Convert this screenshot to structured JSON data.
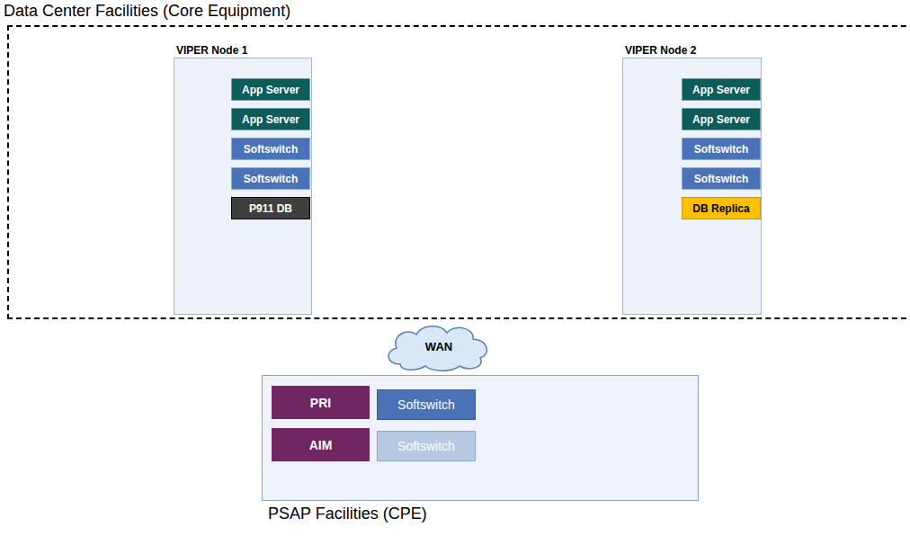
{
  "diagram": {
    "nodes": [
      {
        "text": [
          "Data Center Facilities (Core Equipment)"
        ]
      },
      {
        "text": [
          "VIPER Node 1"
        ],
        "in": 0
      },
      {
        "text": [
          "App Server"
        ],
        "in": 1
      },
      {
        "text": [
          "App Server"
        ],
        "in": 1
      },
      {
        "text": [
          "Softswitch"
        ],
        "in": 1
      },
      {
        "text": [
          "Softswitch"
        ],
        "in": 1
      },
      {
        "text": [
          "P911 DB"
        ],
        "in": 1
      },
      {
        "text": [
          "VIPER Node 2"
        ],
        "in": 0
      },
      {
        "text": [
          "App Server"
        ],
        "in": 7
      },
      {
        "text": [
          "App Server"
        ],
        "in": 7
      },
      {
        "text": [
          "Softswitch"
        ],
        "in": 7
      },
      {
        "text": [
          "Softswitch"
        ],
        "in": 7
      },
      {
        "text": [
          "DB Replica"
        ],
        "in": 7
      },
      {
        "text": [
          "WAN"
        ]
      },
      {
        "text": [
          "PSAP Facilities (CPE)"
        ]
      },
      {
        "text": [
          "PRI"
        ],
        "in": 14
      },
      {
        "text": [
          "AIM"
        ],
        "in": 14
      },
      {
        "text": [
          "Softswitch"
        ],
        "in": 14
      },
      {
        "text": [
          "Softswitch"
        ],
        "in": 14
      }
    ]
  }
}
